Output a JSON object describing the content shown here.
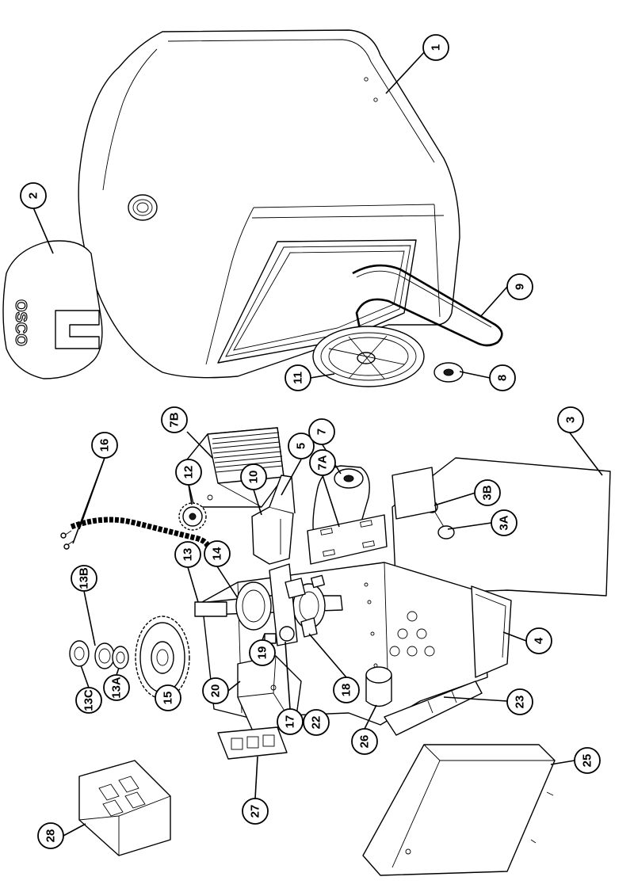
{
  "logo": {
    "text": "OSCO"
  },
  "callouts": [
    {
      "id": "c1",
      "label": "1"
    },
    {
      "id": "c2",
      "label": "2"
    },
    {
      "id": "c3",
      "label": "3"
    },
    {
      "id": "c3A",
      "label": "3A"
    },
    {
      "id": "c3B",
      "label": "3B"
    },
    {
      "id": "c4",
      "label": "4"
    },
    {
      "id": "c5",
      "label": "5"
    },
    {
      "id": "c7",
      "label": "7"
    },
    {
      "id": "c7A",
      "label": "7A"
    },
    {
      "id": "c7B",
      "label": "7B"
    },
    {
      "id": "c8",
      "label": "8"
    },
    {
      "id": "c9",
      "label": "9"
    },
    {
      "id": "c10",
      "label": "10"
    },
    {
      "id": "c11",
      "label": "11"
    },
    {
      "id": "c12",
      "label": "12"
    },
    {
      "id": "c13",
      "label": "13"
    },
    {
      "id": "c13A",
      "label": "13A"
    },
    {
      "id": "c13B",
      "label": "13B"
    },
    {
      "id": "c13C",
      "label": "13C"
    },
    {
      "id": "c14",
      "label": "14"
    },
    {
      "id": "c15",
      "label": "15"
    },
    {
      "id": "c16",
      "label": "16"
    },
    {
      "id": "c17",
      "label": "17"
    },
    {
      "id": "c18",
      "label": "18"
    },
    {
      "id": "c19",
      "label": "19"
    },
    {
      "id": "c20",
      "label": "20"
    },
    {
      "id": "c22",
      "label": "22"
    },
    {
      "id": "c23",
      "label": "23"
    },
    {
      "id": "c25",
      "label": "25"
    },
    {
      "id": "c26",
      "label": "26"
    },
    {
      "id": "c27",
      "label": "27"
    },
    {
      "id": "c28",
      "label": "28"
    }
  ]
}
